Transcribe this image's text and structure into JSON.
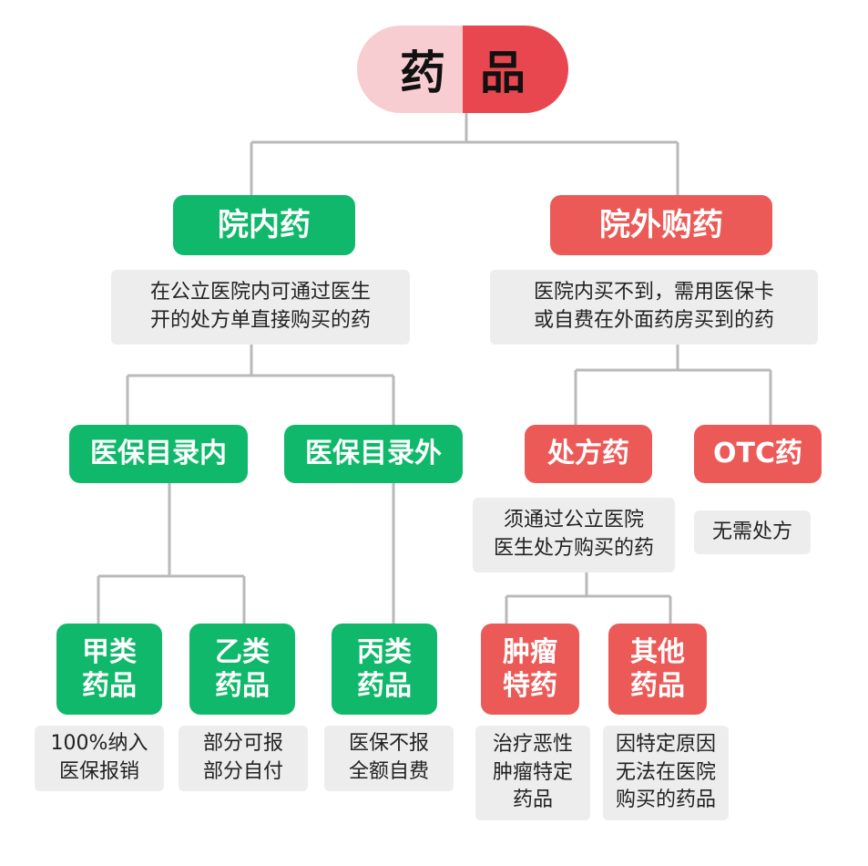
{
  "root": {
    "part1": "药",
    "part2": "品"
  },
  "colors": {
    "green": "#0fb86a",
    "red": "#ec5a58",
    "pill_light": "#f8cdd2",
    "pill_dark": "#e9474f",
    "note_bg": "#ededed",
    "line": "#b9b9b9"
  },
  "inner": {
    "title": "院内药",
    "desc": "在公立医院内可通过医生\n开的处方单直接购买的药",
    "in_catalog": {
      "title": "医保目录内",
      "class_a": {
        "title": "甲类\n药品",
        "desc": "100%纳入\n医保报销"
      },
      "class_b": {
        "title": "乙类\n药品",
        "desc": "部分可报\n部分自付"
      }
    },
    "out_catalog": {
      "title": "医保目录外",
      "class_c": {
        "title": "丙类\n药品",
        "desc": "医保不报\n全额自费"
      }
    }
  },
  "outer": {
    "title": "院外购药",
    "desc": "医院内买不到，需用医保卡\n或自费在外面药房买到的药",
    "rx": {
      "title": "处方药",
      "desc": "须通过公立医院\n医生处方购买的药",
      "tumor": {
        "title": "肿瘤\n特药",
        "desc": "治疗恶性\n肿瘤特定\n药品"
      },
      "other": {
        "title": "其他\n药品",
        "desc": "因特定原因\n无法在医院\n购买的药品"
      }
    },
    "otc": {
      "title": "OTC药",
      "desc": "无需处方"
    }
  }
}
